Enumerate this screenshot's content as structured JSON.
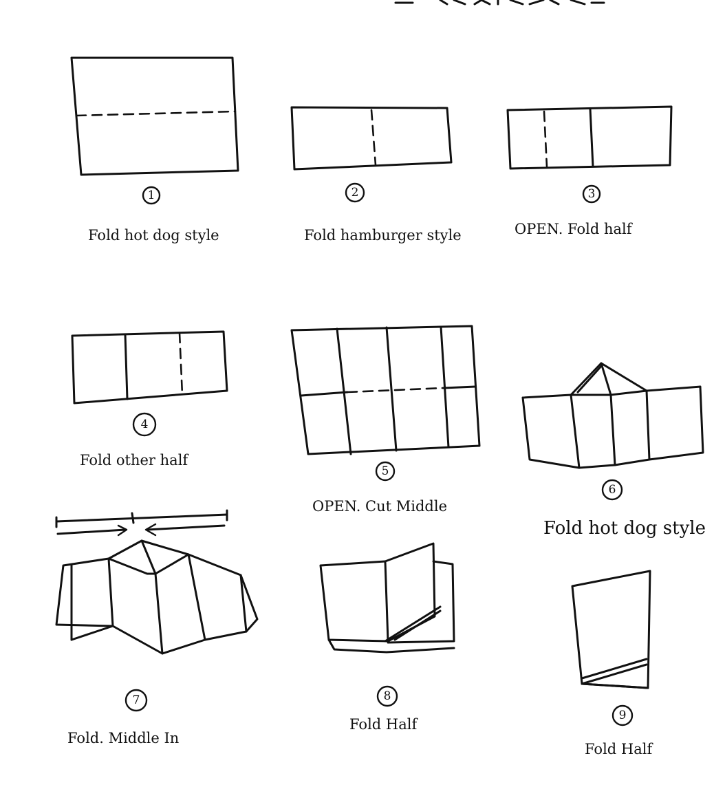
{
  "title_partial": "- - - - - - - - -",
  "steps": [
    {
      "number": "1",
      "caption": "Fold hot dog style"
    },
    {
      "number": "2",
      "caption": "Fold hamburger style"
    },
    {
      "number": "3",
      "caption": "OPEN. Fold half"
    },
    {
      "number": "4",
      "caption": "Fold other half"
    },
    {
      "number": "5",
      "caption": "OPEN. Cut Middle"
    },
    {
      "number": "6",
      "caption": "Fold hot dog style"
    },
    {
      "number": "7",
      "caption": "Fold. Middle In"
    },
    {
      "number": "8",
      "caption": "Fold Half"
    },
    {
      "number": "9",
      "caption": "Fold Half"
    }
  ]
}
